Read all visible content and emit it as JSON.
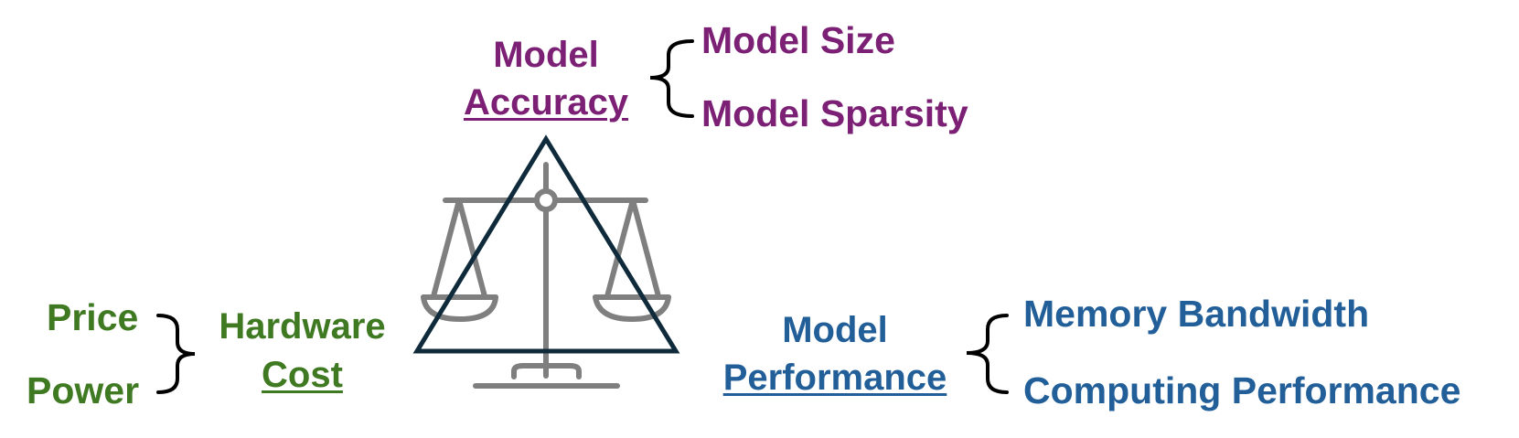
{
  "colors": {
    "accuracy": "#7b2074",
    "cost": "#3f7a22",
    "performance": "#225f99",
    "scale": "#7f7f7f",
    "triangle": "#0f2a3a",
    "brace": "#000000"
  },
  "icons": {
    "scale": "balance-scale-icon",
    "triangle": "triangle-icon",
    "brace": "curly-brace-icon"
  },
  "accuracy": {
    "title_line1": "Model",
    "title_line2": "Accuracy",
    "items": [
      "Model Size",
      "Model Sparsity"
    ]
  },
  "cost": {
    "title_line1": "Hardware",
    "title_line2": "Cost",
    "items": [
      "Price",
      "Power"
    ]
  },
  "performance": {
    "title_line1": "Model",
    "title_line2": "Performance",
    "items": [
      "Memory Bandwidth",
      "Computing Performance"
    ]
  }
}
